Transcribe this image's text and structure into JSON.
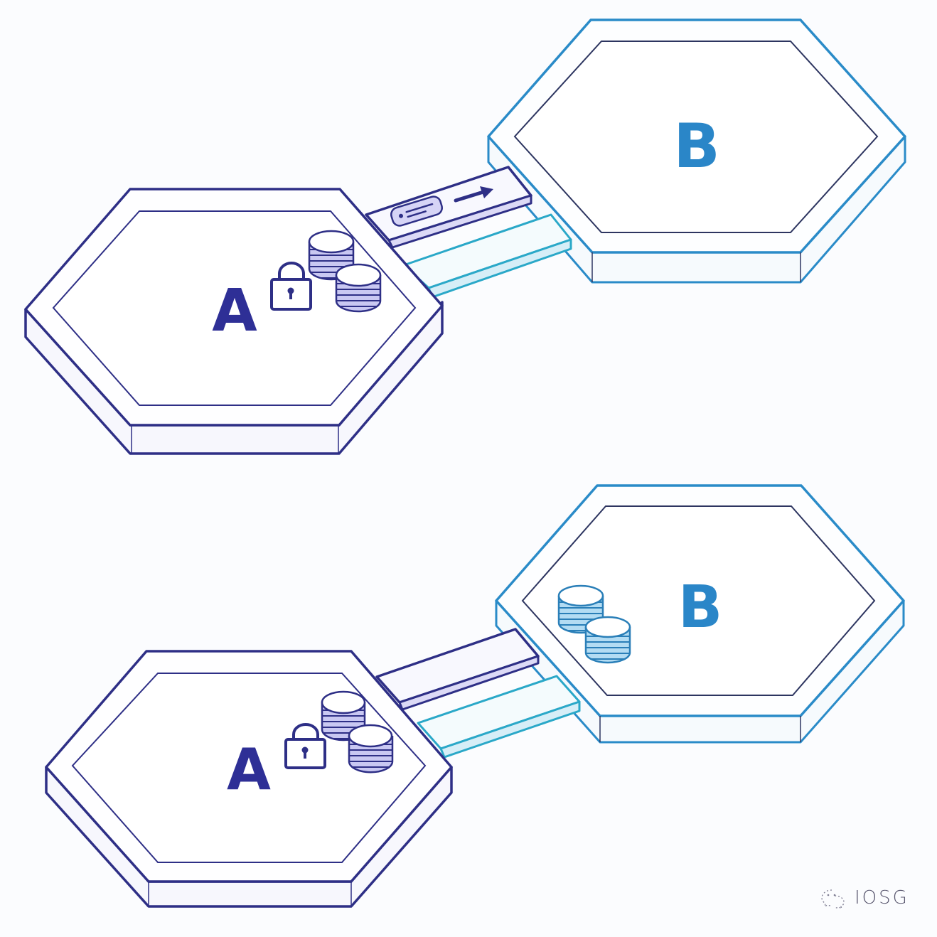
{
  "diagram": {
    "description": "Cross-chain bridge: lock-and-mint. Top: assets locked on chain A, message sent over bridge to chain B. Bottom: assets locked on A, corresponding assets appear on B.",
    "colors": {
      "chain_a": "#2e2f86",
      "chain_b": "#2a8bc8",
      "bridge_message": "#3a3a96",
      "bridge_return": "#2ab0c8",
      "coin_fill_a": "#b9b8ee",
      "coin_fill_b": "#a9d8f2",
      "inner_line": "#2d3560",
      "background": "#fbfcfe"
    },
    "scenes": [
      {
        "name": "message-sent",
        "chain_a": {
          "label": "A",
          "icons": [
            "lock-icon",
            "coin-stack-icon",
            "coin-stack-icon"
          ]
        },
        "chain_b": {
          "label": "B",
          "icons": []
        },
        "bridge": {
          "lanes": 2,
          "payload": [
            "message-icon",
            "arrow-right-icon"
          ]
        }
      },
      {
        "name": "assets-received",
        "chain_a": {
          "label": "A",
          "icons": [
            "lock-icon",
            "coin-stack-icon",
            "coin-stack-icon"
          ]
        },
        "chain_b": {
          "label": "B",
          "icons": [
            "coin-stack-icon",
            "coin-stack-icon"
          ]
        },
        "bridge": {
          "lanes": 2,
          "payload": []
        }
      }
    ]
  },
  "watermark": {
    "text": "IOSG",
    "icon": "wechat-icon"
  }
}
